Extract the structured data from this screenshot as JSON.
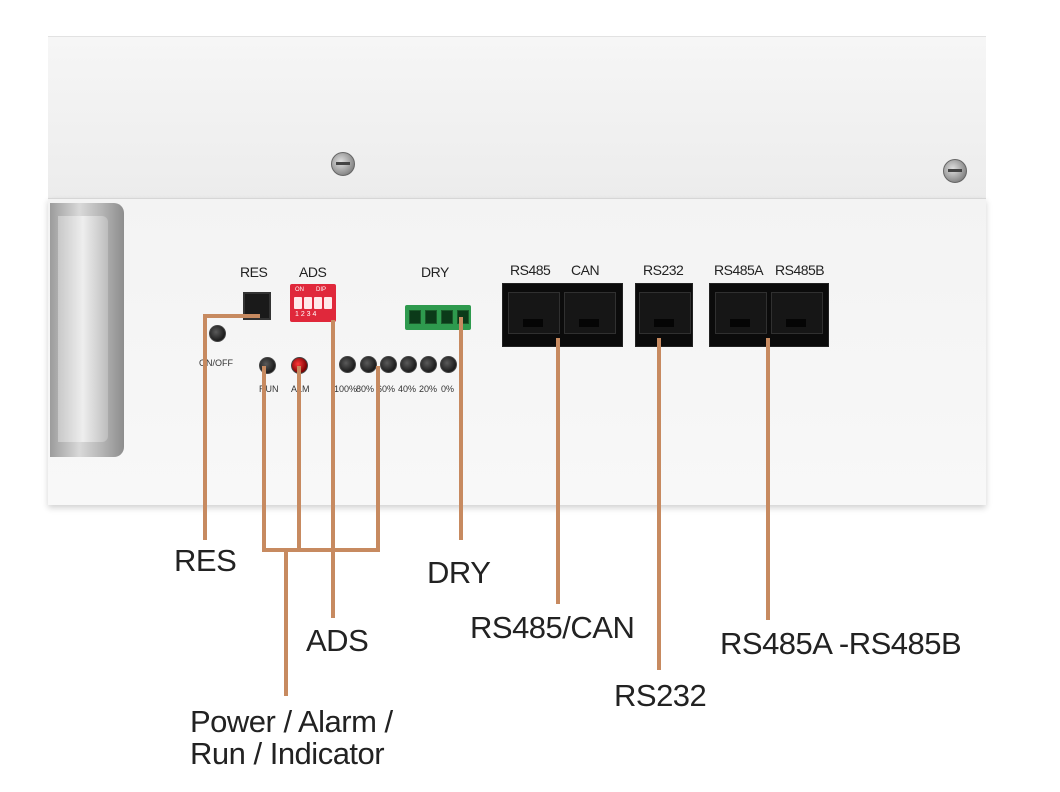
{
  "device": {
    "labels": {
      "res": "RES",
      "ads": "ADS",
      "dry": "DRY",
      "rs485": "RS485",
      "can": "CAN",
      "rs232": "RS232",
      "rs485a": "RS485A",
      "rs485b": "RS485B"
    },
    "dip_switch": {
      "on": "ON",
      "dip": "DIP",
      "numbers": "1 2 3 4"
    },
    "power_label": "ON/OFF",
    "status_leds": [
      "RUN",
      "ALM"
    ],
    "soc_leds": [
      "100%",
      "80%",
      "60%",
      "40%",
      "20%",
      "0%"
    ]
  },
  "callouts": {
    "res": "RES",
    "ads": "ADS",
    "power_alarm_run": {
      "line1": "Power / Alarm /",
      "line2": "Run / Indicator"
    },
    "dry": "DRY",
    "rs485_can": "RS485/CAN",
    "rs232": "RS232",
    "rs485a_b": "RS485A -RS485B"
  },
  "colors": {
    "leader_line": "#c78a60",
    "dip_switch": "#e0283b",
    "dry_connector": "#2e9a4e",
    "alarm_led": "#e01515",
    "port_housing": "#0b0b0b"
  }
}
